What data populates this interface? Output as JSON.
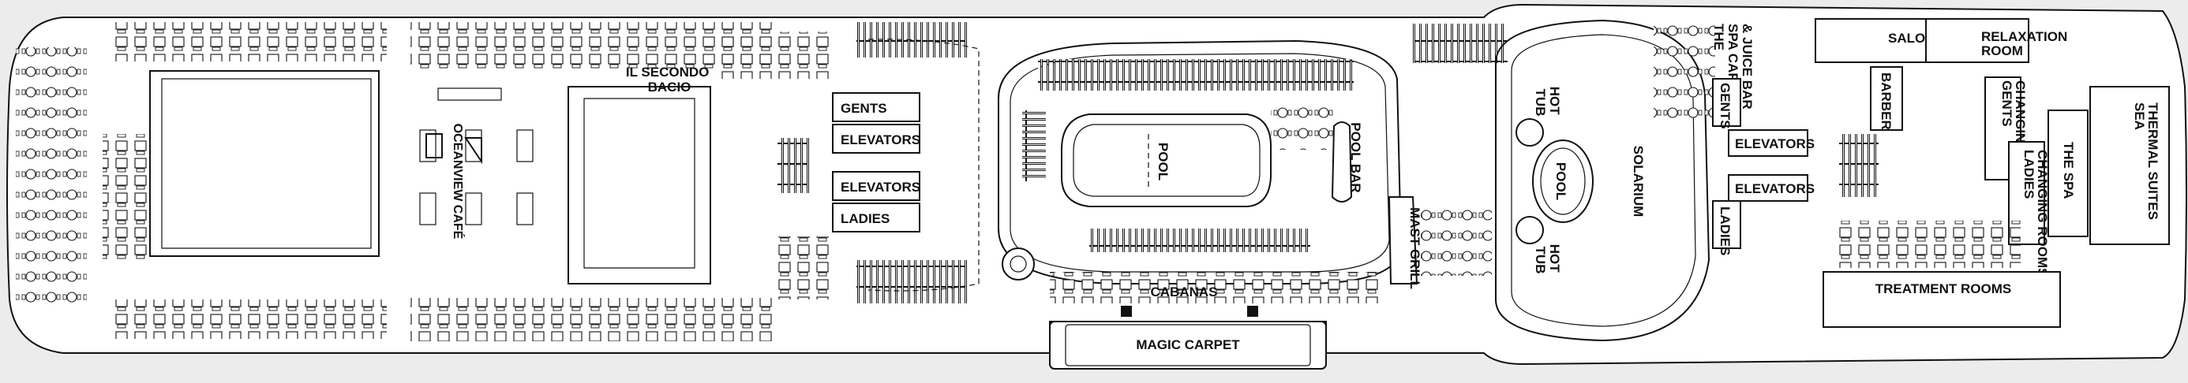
{
  "map": {
    "labels": {
      "il_secondo_bacio": [
        "IL SECONDO",
        "BACIO"
      ],
      "oceanview_cafe": "OCEANVIEW CAFÉ",
      "gents_fwd": "GENTS",
      "elevators_fwd_1": "ELEVATORS",
      "elevators_fwd_2": "ELEVATORS",
      "ladies_fwd": "LADIES",
      "pool": "POOL",
      "pool_bar": "POOL BAR",
      "cabanas": "CABANAS",
      "magic_carpet": "MAGIC CARPET",
      "mast_grill": "MAST GRILL",
      "hot_tub_1": [
        "HOT",
        "TUB"
      ],
      "hot_tub_2": [
        "HOT",
        "TUB"
      ],
      "solarium_pool": "POOL",
      "solarium": "SOLARIUM",
      "spa_cafe": [
        "THE",
        "SPA CAFÉ",
        "& JUICE BAR"
      ],
      "gents_aft": "GENTS",
      "elevators_aft_1": "ELEVATORS",
      "elevators_aft_2": "ELEVATORS",
      "ladies_aft": "LADIES",
      "salon": "SALON",
      "relaxation_room": [
        "RELAXATION",
        "ROOM"
      ],
      "barber": "BARBER",
      "gents_changing": [
        "GENTS",
        "CHANGING ROOMS"
      ],
      "ladies_changing": [
        "LADIES",
        "CHANGING ROOMS"
      ],
      "the_spa": "THE SPA",
      "sea_thermal_suites": [
        "SEA",
        "THERMAL SUITES"
      ],
      "treatment_rooms": "TREATMENT ROOMS"
    }
  }
}
